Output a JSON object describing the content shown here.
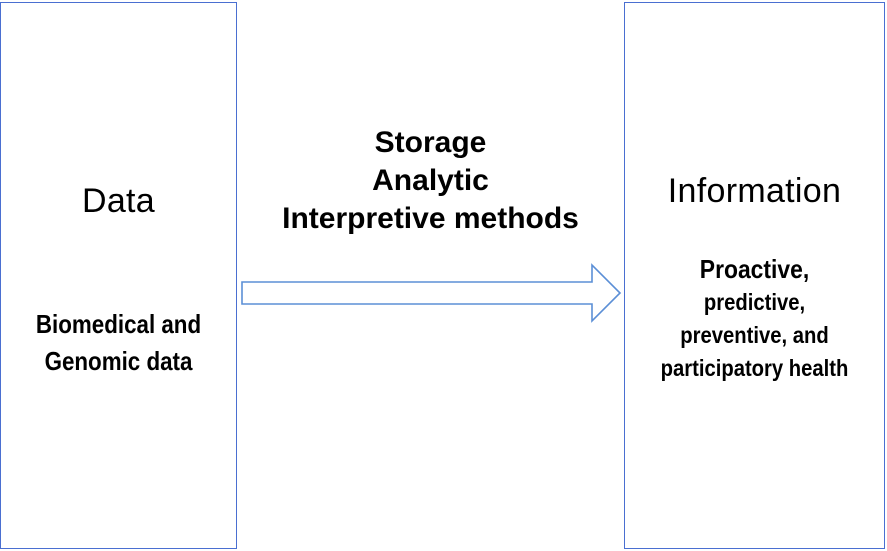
{
  "left_box": {
    "title": "Data",
    "subtitle_lines": [
      "Biomedical and",
      "Genomic data"
    ]
  },
  "process": {
    "lines": [
      "Storage",
      "Analytic",
      "Interpretive methods"
    ]
  },
  "right_box": {
    "title": "Information",
    "subtitle_lines": [
      "Proactive,",
      "predictive,",
      "preventive, and",
      "participatory health"
    ]
  },
  "colors": {
    "box_border": "#4a6fd1",
    "arrow_stroke": "#5b8fd6",
    "arrow_fill": "#ffffff",
    "text": "#000000"
  }
}
